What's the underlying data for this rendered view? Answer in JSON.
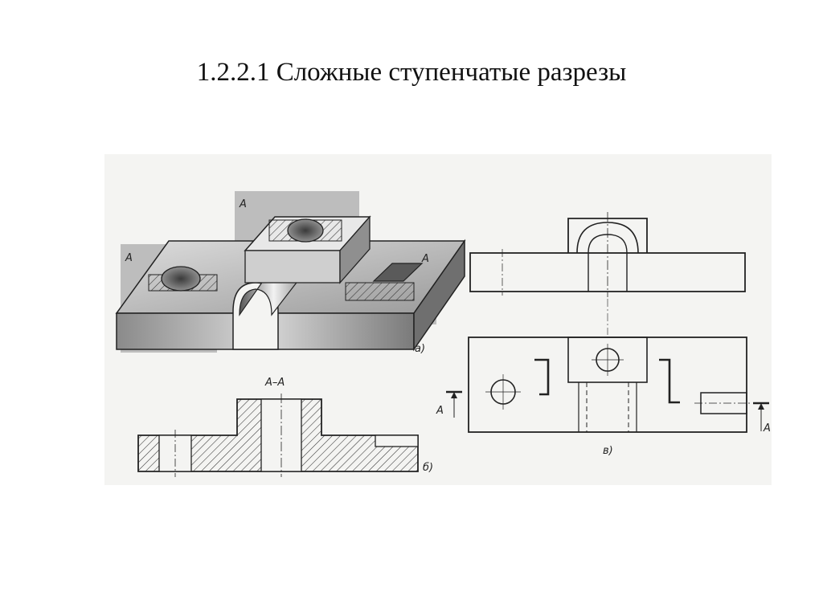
{
  "slide": {
    "title": "1.2.2.1 Сложные ступенчатые разрезы"
  },
  "figure": {
    "isometric": {
      "plane_label_left": "A",
      "plane_label_center": "A",
      "plane_label_right": "A",
      "caption": "а)"
    },
    "section": {
      "title": "А–А",
      "caption": "б)"
    },
    "views": {
      "arrow_label_left": "A",
      "arrow_label_right": "A",
      "caption": "в)"
    }
  },
  "colors": {
    "line": "#222222",
    "hatch": "#333333",
    "plane": "#bdbdbd",
    "panel": "#f4f4f2"
  }
}
